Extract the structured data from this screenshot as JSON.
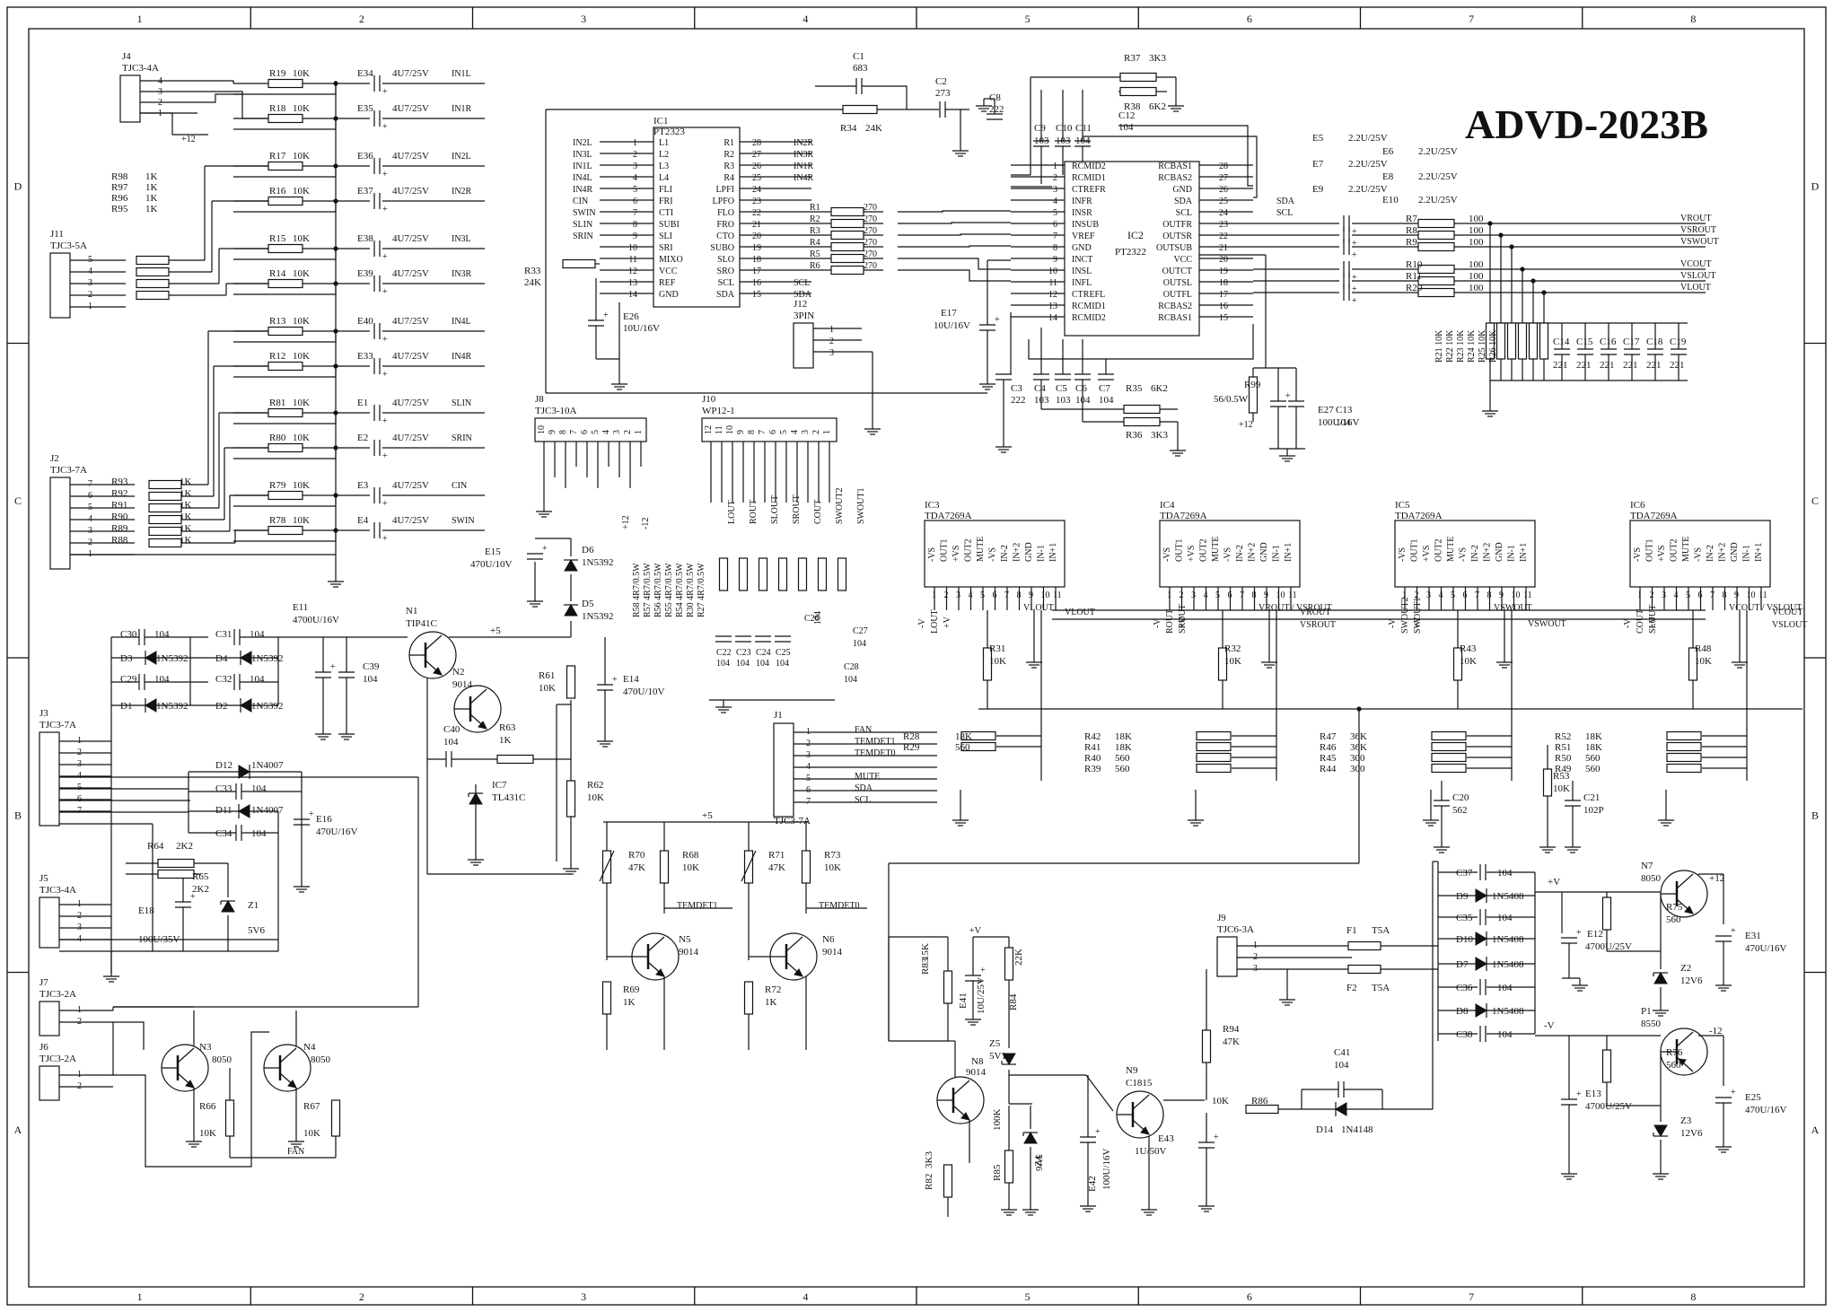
{
  "title": "ADVD-2023B",
  "frame": {
    "columns": [
      "1",
      "2",
      "3",
      "4",
      "5",
      "6",
      "7",
      "8"
    ],
    "rows": [
      "D",
      "C",
      "B",
      "A"
    ]
  },
  "connectors": {
    "J4": {
      "ref": "J4",
      "type": "TJC3-4A",
      "pins": [
        "4",
        "3",
        "2",
        "1"
      ],
      "note": "+12"
    },
    "J11": {
      "ref": "J11",
      "type": "TJC3-5A",
      "pins": [
        "5",
        "4",
        "3",
        "2",
        "1"
      ]
    },
    "J2": {
      "ref": "J2",
      "type": "TJC3-7A",
      "pins": [
        "7",
        "6",
        "5",
        "4",
        "3",
        "2",
        "1"
      ]
    },
    "J3": {
      "ref": "J3",
      "type": "TJC3-7A",
      "pins": [
        "1",
        "2",
        "3",
        "4",
        "5",
        "6",
        "7"
      ]
    },
    "J5": {
      "ref": "J5",
      "type": "TJC3-4A",
      "pins": [
        "1",
        "2",
        "3",
        "4"
      ]
    },
    "J7": {
      "ref": "J7",
      "type": "TJC3-2A",
      "pins": [
        "1",
        "2"
      ]
    },
    "J6": {
      "ref": "J6",
      "type": "TJC3-2A",
      "pins": [
        "1",
        "2"
      ]
    },
    "J8": {
      "ref": "J8",
      "type": "TJC3-10A",
      "pins": [
        "10",
        "9",
        "8",
        "7",
        "6",
        "5",
        "4",
        "3",
        "2",
        "1"
      ]
    },
    "J10": {
      "ref": "J10",
      "type": "WP12-1",
      "pins": [
        "12",
        "11",
        "10",
        "9",
        "8",
        "7",
        "6",
        "5",
        "4",
        "3",
        "2",
        "1"
      ]
    },
    "J12": {
      "ref": "J12",
      "type": "3PIN",
      "pins": [
        "1",
        "2",
        "3"
      ]
    },
    "J1": {
      "ref": "J1",
      "type": "TJC3-7A",
      "pins": [
        "1",
        "2",
        "3",
        "4",
        "5",
        "6",
        "7"
      ],
      "signals": [
        "FAN",
        "TEMDET1",
        "TEMDET0",
        "",
        "MUTE",
        "SDA",
        "SCL"
      ]
    },
    "J9": {
      "ref": "J9",
      "type": "TJC6-3A",
      "pins": [
        "1",
        "2",
        "3"
      ]
    }
  },
  "input_rows": [
    {
      "r": "R19",
      "rv": "10K",
      "e": "E34",
      "ev": "4U7/25V",
      "sig": "IN1L"
    },
    {
      "r": "R18",
      "rv": "10K",
      "e": "E35",
      "ev": "4U7/25V",
      "sig": "IN1R"
    },
    {
      "r": "R17",
      "rv": "10K",
      "e": "E36",
      "ev": "4U7/25V",
      "sig": "IN2L"
    },
    {
      "r": "R16",
      "rv": "10K",
      "e": "E37",
      "ev": "4U7/25V",
      "sig": "IN2R"
    },
    {
      "r": "R15",
      "rv": "10K",
      "e": "E38",
      "ev": "4U7/25V",
      "sig": "IN3L"
    },
    {
      "r": "R14",
      "rv": "10K",
      "e": "E39",
      "ev": "4U7/25V",
      "sig": "IN3R"
    },
    {
      "r": "R13",
      "rv": "10K",
      "e": "E40",
      "ev": "4U7/25V",
      "sig": "IN4L"
    },
    {
      "r": "R12",
      "rv": "10K",
      "e": "E33",
      "ev": "4U7/25V",
      "sig": "IN4R"
    },
    {
      "r": "R81",
      "rv": "10K",
      "e": "E1",
      "ev": "4U7/25V",
      "sig": "SLIN"
    },
    {
      "r": "R80",
      "rv": "10K",
      "e": "E2",
      "ev": "4U7/25V",
      "sig": "SRIN"
    },
    {
      "r": "R79",
      "rv": "10K",
      "e": "E3",
      "ev": "4U7/25V",
      "sig": "CIN"
    },
    {
      "r": "R78",
      "rv": "10K",
      "e": "E4",
      "ev": "4U7/25V",
      "sig": "SWIN"
    }
  ],
  "j11_resistors": [
    {
      "r": "R98",
      "v": "1K"
    },
    {
      "r": "R97",
      "v": "1K"
    },
    {
      "r": "R96",
      "v": "1K"
    },
    {
      "r": "R95",
      "v": "1K"
    }
  ],
  "j2_resistors": [
    {
      "r": "R93",
      "v": "1K"
    },
    {
      "r": "R92",
      "v": "1K"
    },
    {
      "r": "R91",
      "v": "1K"
    },
    {
      "r": "R90",
      "v": "1K"
    },
    {
      "r": "R89",
      "v": "1K"
    },
    {
      "r": "R88",
      "v": "1K"
    }
  ],
  "ic1": {
    "ref": "IC1",
    "part": "PT2323",
    "left": [
      {
        "n": "1",
        "p": "L1",
        "s": "IN2L"
      },
      {
        "n": "2",
        "p": "L2",
        "s": "IN3L"
      },
      {
        "n": "3",
        "p": "L3",
        "s": "IN1L"
      },
      {
        "n": "4",
        "p": "L4",
        "s": "IN4L"
      },
      {
        "n": "5",
        "p": "FLI",
        "s": "IN4R"
      },
      {
        "n": "6",
        "p": "FRI",
        "s": "CIN"
      },
      {
        "n": "7",
        "p": "CTI",
        "s": "SWIN"
      },
      {
        "n": "8",
        "p": "SUBI",
        "s": "SLIN"
      },
      {
        "n": "9",
        "p": "SLI",
        "s": "SRIN"
      },
      {
        "n": "10",
        "p": "SRI",
        "s": ""
      },
      {
        "n": "11",
        "p": "MIXO",
        "s": ""
      },
      {
        "n": "12",
        "p": "VCC",
        "s": ""
      },
      {
        "n": "13",
        "p": "REF",
        "s": ""
      },
      {
        "n": "14",
        "p": "GND",
        "s": ""
      }
    ],
    "right": [
      {
        "n": "28",
        "p": "R1",
        "s": "IN2R"
      },
      {
        "n": "27",
        "p": "R2",
        "s": "IN3R"
      },
      {
        "n": "26",
        "p": "R3",
        "s": "IN1R"
      },
      {
        "n": "25",
        "p": "R4",
        "s": "IN4R"
      },
      {
        "n": "24",
        "p": "LPFI",
        "s": ""
      },
      {
        "n": "23",
        "p": "LPFO",
        "s": ""
      },
      {
        "n": "22",
        "p": "FLO",
        "s": ""
      },
      {
        "n": "21",
        "p": "FRO",
        "s": ""
      },
      {
        "n": "20",
        "p": "CTO",
        "s": ""
      },
      {
        "n": "19",
        "p": "SUBO",
        "s": ""
      },
      {
        "n": "18",
        "p": "SLO",
        "s": ""
      },
      {
        "n": "17",
        "p": "SRO",
        "s": ""
      },
      {
        "n": "16",
        "p": "SCL",
        "s": "SCL"
      },
      {
        "n": "15",
        "p": "SDA",
        "s": "SDA"
      }
    ],
    "series_r": [
      {
        "r": "R1",
        "v": "270"
      },
      {
        "r": "R2",
        "v": "270"
      },
      {
        "r": "R3",
        "v": "270"
      },
      {
        "r": "R4",
        "v": "270"
      },
      {
        "r": "R5",
        "v": "270"
      },
      {
        "r": "R6",
        "v": "270"
      }
    ]
  },
  "ic2": {
    "ref": "IC2",
    "part": "PT2322",
    "left": [
      {
        "n": "1",
        "p": "RCMID2"
      },
      {
        "n": "2",
        "p": "RCMID1"
      },
      {
        "n": "3",
        "p": "CTREFR"
      },
      {
        "n": "4",
        "p": "INFR"
      },
      {
        "n": "5",
        "p": "INSR"
      },
      {
        "n": "6",
        "p": "INSUB"
      },
      {
        "n": "7",
        "p": "VREF"
      },
      {
        "n": "8",
        "p": "GND"
      },
      {
        "n": "9",
        "p": "INCT"
      },
      {
        "n": "10",
        "p": "INSL"
      },
      {
        "n": "11",
        "p": "INFL"
      },
      {
        "n": "12",
        "p": "CTREFL"
      },
      {
        "n": "13",
        "p": "RCMID1"
      },
      {
        "n": "14",
        "p": "RCMID2"
      }
    ],
    "right": [
      {
        "n": "28",
        "p": "RCBAS1"
      },
      {
        "n": "27",
        "p": "RCBAS2"
      },
      {
        "n": "26",
        "p": "GND"
      },
      {
        "n": "25",
        "p": "SDA",
        "s": "SDA"
      },
      {
        "n": "24",
        "p": "SCL",
        "s": "SCL"
      },
      {
        "n": "23",
        "p": "OUTFR"
      },
      {
        "n": "22",
        "p": "OUTSR"
      },
      {
        "n": "21",
        "p": "OUTSUB"
      },
      {
        "n": "20",
        "p": "VCC"
      },
      {
        "n": "19",
        "p": "OUTCT"
      },
      {
        "n": "18",
        "p": "OUTSL"
      },
      {
        "n": "17",
        "p": "OUTFL"
      },
      {
        "n": "16",
        "p": "RCBAS2"
      },
      {
        "n": "15",
        "p": "RCBAS1"
      }
    ]
  },
  "out_stage": [
    {
      "e": "E5",
      "ev": "2.2U/25V",
      "r": "R7",
      "rv": "100",
      "sig": "VROUT"
    },
    {
      "e": "E6",
      "ev": "2.2U/25V",
      "r": "R8",
      "rv": "100",
      "sig": "VSROUT"
    },
    {
      "e": "E7",
      "ev": "2.2U/25V",
      "r": "R9",
      "rv": "100",
      "sig": "VSWOUT"
    },
    {
      "e": "E8",
      "ev": "2.2U/25V",
      "r": "R10",
      "rv": "100",
      "sig": "VCOUT"
    },
    {
      "e": "E9",
      "ev": "2.2U/25V",
      "r": "R11",
      "rv": "100",
      "sig": "VSLOUT"
    },
    {
      "e": "E10",
      "ev": "2.2U/25V",
      "r": "R20",
      "rv": "100",
      "sig": "VLOUT"
    }
  ],
  "out_pull": [
    {
      "r": "R21",
      "v": "10K"
    },
    {
      "r": "R22",
      "v": "10K"
    },
    {
      "r": "R23",
      "v": "10K"
    },
    {
      "r": "R24",
      "v": "10K"
    },
    {
      "r": "R25",
      "v": "10K"
    },
    {
      "r": "R26",
      "v": "10K"
    }
  ],
  "out_caps": [
    {
      "c": "C14",
      "v": "221"
    },
    {
      "c": "C15",
      "v": "221"
    },
    {
      "c": "C16",
      "v": "221"
    },
    {
      "c": "C17",
      "v": "221"
    },
    {
      "c": "C18",
      "v": "221"
    },
    {
      "c": "C19",
      "v": "221"
    }
  ],
  "misc": {
    "C1": "683",
    "C2": "273",
    "R34": "24K",
    "R33": "24K",
    "C8": "222",
    "C9": "103",
    "C10": "103",
    "C11": "104",
    "C12": "104",
    "R37": "3K3",
    "R38": "6K2",
    "C3": "222",
    "C4": "103",
    "C5": "103",
    "C6": "104",
    "C7": "104",
    "R35": "6K2",
    "R36": "3K3",
    "R99": "56/0.5W",
    "E27": "100U/16V",
    "C13": "104",
    "E26": "10U/16V",
    "E17": "10U/16V",
    "plus12": "+12"
  },
  "amps": [
    {
      "ref": "IC3",
      "part": "TDA7269A",
      "pins": [
        "-VS",
        "OUT1",
        "+VS",
        "OUT2",
        "MUTE",
        "-VS",
        "IN-2",
        "IN+2",
        "GND",
        "IN-1",
        "IN+1"
      ],
      "outs": [
        "LOUT"
      ],
      "net": "VLOUT",
      "r_a": {
        "r": "R31",
        "v": "10K"
      },
      "r_fb": [
        {
          "r": "R28",
          "v": "18K"
        },
        {
          "r": "R29",
          "v": "560"
        }
      ]
    },
    {
      "ref": "IC4",
      "part": "TDA7269A",
      "pins": [
        "-VS",
        "OUT1",
        "+VS",
        "OUT2",
        "MUTE",
        "-VS",
        "IN-2",
        "IN+2",
        "GND",
        "IN-1",
        "IN+1"
      ],
      "outs": [
        "ROUT",
        "SROUT"
      ],
      "net": "VROUT / VSROUT",
      "r_a": {
        "r": "R32",
        "v": "10K"
      },
      "r_fb": [
        {
          "r": "R42",
          "v": "18K"
        },
        {
          "r": "R41",
          "v": "18K"
        },
        {
          "r": "R40",
          "v": "560"
        },
        {
          "r": "R39",
          "v": "560"
        }
      ]
    },
    {
      "ref": "IC5",
      "part": "TDA7269A",
      "pins": [
        "-VS",
        "OUT1",
        "+VS",
        "OUT2",
        "MUTE",
        "-VS",
        "IN-2",
        "IN+2",
        "GND",
        "IN-1",
        "IN+1"
      ],
      "outs": [
        "SWOUT2",
        "SWOUT1"
      ],
      "net": "VSWOUT",
      "r_a": {
        "r": "R43",
        "v": "10K"
      },
      "r_fb": [
        {
          "r": "R47",
          "v": "36K"
        },
        {
          "r": "R46",
          "v": "36K"
        },
        {
          "r": "R45",
          "v": "300"
        },
        {
          "r": "R44",
          "v": "300"
        }
      ]
    },
    {
      "ref": "IC6",
      "part": "TDA7269A",
      "pins": [
        "-VS",
        "OUT1",
        "+VS",
        "OUT2",
        "MUTE",
        "-VS",
        "IN-2",
        "IN+2",
        "GND",
        "IN-1",
        "IN+1"
      ],
      "outs": [
        "COUT",
        "SLOUT"
      ],
      "net": "VCOUT / VSLOUT",
      "r_a": {
        "r": "R48",
        "v": "10K"
      },
      "r_fb": [
        {
          "r": "R52",
          "v": "18K"
        },
        {
          "r": "R51",
          "v": "18K"
        },
        {
          "r": "R50",
          "v": "560"
        },
        {
          "r": "R49",
          "v": "560"
        }
      ]
    }
  ],
  "amp_extra": {
    "C20": "562",
    "R53": "10K",
    "C21": "102P"
  },
  "j10_signals": [
    "LOUT",
    "ROUT",
    "SLOUT",
    "SROUT",
    "COUT",
    "SWOUT2",
    "SWOUT1"
  ],
  "j10_caps": [
    {
      "c": "C22",
      "v": "104"
    },
    {
      "c": "C23",
      "v": "104"
    },
    {
      "c": "C24",
      "v": "104"
    },
    {
      "c": "C25",
      "v": "104"
    },
    {
      "c": "C26",
      "v": "104"
    },
    {
      "c": "C27",
      "v": "104"
    },
    {
      "c": "C28",
      "v": "104"
    }
  ],
  "zobel": [
    {
      "r": "R58",
      "v": "4R7/0.5W"
    },
    {
      "r": "R57",
      "v": "4R7/0.5W"
    },
    {
      "r": "R56",
      "v": "4R7/0.5W"
    },
    {
      "r": "R55",
      "v": "4R7/0.5W"
    },
    {
      "r": "R54",
      "v": "4R7/0.5W"
    },
    {
      "r": "R30",
      "v": "4R7/0.5W"
    },
    {
      "r": "R27",
      "v": "4R7/0.5W"
    }
  ],
  "j8_rails": [
    "+12",
    "-12"
  ],
  "power_left": {
    "D3": "1N5392",
    "D4": "1N5392",
    "D1": "1N5392",
    "D2": "1N5392",
    "C30": "104",
    "C31": "104",
    "C29": "104",
    "C32": "104",
    "E11": "4700U/16V",
    "C39": "104",
    "N1": "TIP41C",
    "plus5": "+5",
    "D6": "1N5392",
    "D5": "1N5392",
    "E15": "470U/10V",
    "N2": "9014",
    "C40": "104",
    "R63": "1K",
    "IC7": "TL431C",
    "R61": "10K",
    "R62": "10K",
    "E14": "470U/10V",
    "D12": "1N4007",
    "D11": "1N4007",
    "C33": "104",
    "C34": "104",
    "E16": "470U/16V",
    "R64": "2K2",
    "R65": "2K2",
    "E18": "100U/35V",
    "Z1": "5V6"
  },
  "fan": {
    "N3": "8050",
    "N4": "8050",
    "R66": "10K",
    "R67": "10K",
    "fan": "FAN"
  },
  "temp": {
    "R70": "47K",
    "R68": "10K",
    "R71": "47K",
    "R73": "10K",
    "N5": "9014",
    "N6": "9014",
    "R69": "1K",
    "R72": "1K",
    "TEMDET1": "TEMDET1",
    "TEMDET0": "TEMDET0",
    "plus5": "+5"
  },
  "mute": {
    "plusV": "+V",
    "R83": "15K",
    "E41": "10U/25V",
    "R84": "22K",
    "Z5": "5V1",
    "N8": "9014",
    "N9": "C1815",
    "R82": "3K3",
    "R85": "100K",
    "Z4": "5V6",
    "E42": "100U/16V",
    "E43": "1U/50V",
    "R94": "47K",
    "R86": "10K",
    "C41": "104",
    "D14": "1N4148"
  },
  "supply_right": {
    "F1": "T5A",
    "F2": "T5A",
    "C37": "104",
    "C35": "104",
    "C36": "104",
    "C38": "104",
    "D9": "1N5408",
    "D10": "1N5408",
    "D7": "1N5408",
    "D8": "1N5408",
    "E12": "4700U/25V",
    "E13": "4700U/25V",
    "N7": "8050",
    "P1": "8550",
    "R75": "560",
    "R76": "560",
    "Z2": "12V6",
    "Z3": "12V6",
    "E31": "470U/16V",
    "E25": "470U/16V",
    "plusV": "+V",
    "minusV": "-V",
    "plus12": "+12",
    "minus12": "-12"
  }
}
